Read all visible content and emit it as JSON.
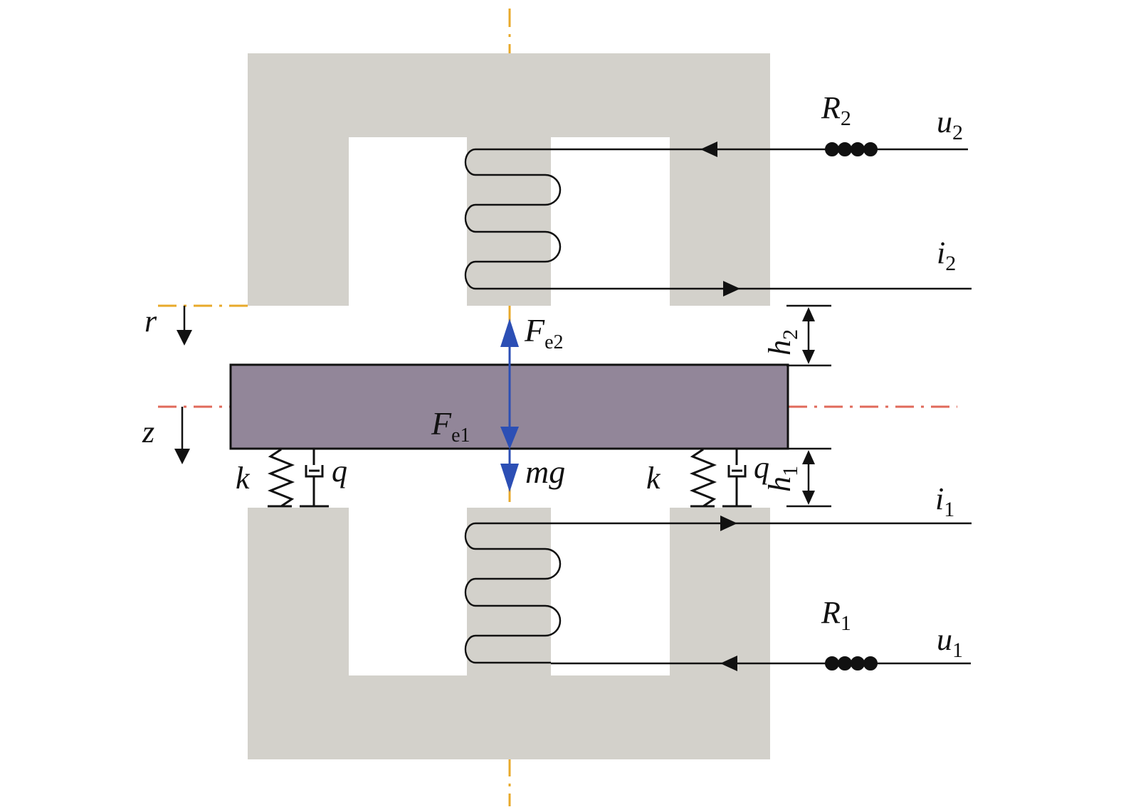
{
  "colors": {
    "core": "#d3d1cb",
    "beam": "#928699",
    "beam_border": "#111111",
    "force_arrow": "#2c4fb5",
    "axis_vertical": "#e8a92a",
    "axis_horizontal": "#e06a5a",
    "line": "#111111"
  },
  "labels": {
    "R2": "R",
    "R2_sub": "2",
    "u2": "u",
    "u2_sub": "2",
    "i2": "i",
    "i2_sub": "2",
    "R1": "R",
    "R1_sub": "1",
    "u1": "u",
    "u1_sub": "1",
    "i1": "i",
    "i1_sub": "1",
    "r": "r",
    "z": "z",
    "Fe2": "F",
    "Fe2_sub": "e2",
    "Fe1": "F",
    "Fe1_sub": "e1",
    "mg": "mg",
    "h2": "h",
    "h2_sub": "2",
    "h1": "h",
    "h1_sub": "1",
    "k_left": "k",
    "k_right": "k",
    "q_left": "q",
    "q_right": "q"
  }
}
